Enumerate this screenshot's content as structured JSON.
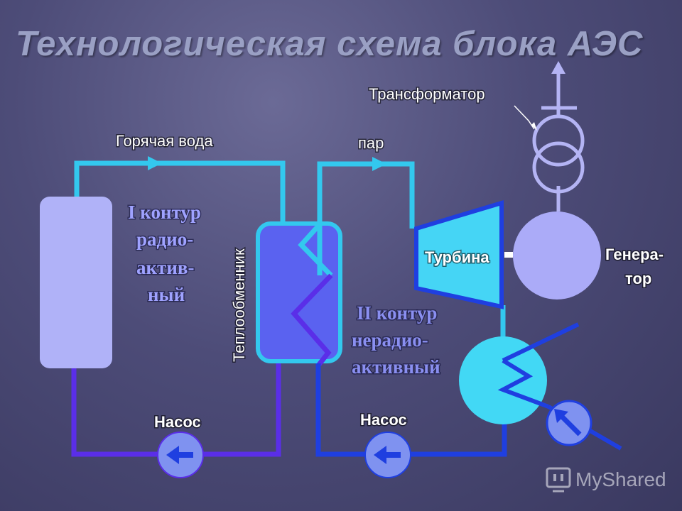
{
  "title": "Технологическая схема блока АЭС",
  "labels": {
    "transformer": "Трансформатор",
    "hot_water": "Горячая вода",
    "steam": "пар",
    "heat_exchanger": "Теплообменник",
    "turbine": "Турбина",
    "generator_line1": "Генера-",
    "generator_line2": "тор",
    "pump_left": "Насос",
    "pump_right": "Насос",
    "circuit1_line1": "I контур",
    "circuit1_line2": "радио-",
    "circuit1_line3": "актив-",
    "circuit1_line4": "ный",
    "circuit2_line1": "II контур",
    "circuit2_line2": "нерадио-",
    "circuit2_line3": "активный"
  },
  "watermark": "MyShared",
  "colors": {
    "pipe_light": "#33c8ee",
    "pipe_purple": "#5a2ee8",
    "pipe_blue": "#1f3fe0",
    "reactor": "#b0b2f8",
    "heat_exchanger": "#5a62f0",
    "turbine": "#45d5f5",
    "generator": "#ababf8",
    "condenser": "#42d8f5",
    "pump": "#7f92f0",
    "transformer": "#b4b4f4"
  },
  "icons": [
    "arrow-left-icon",
    "arrow-up-left-icon",
    "monitor-icon"
  ]
}
